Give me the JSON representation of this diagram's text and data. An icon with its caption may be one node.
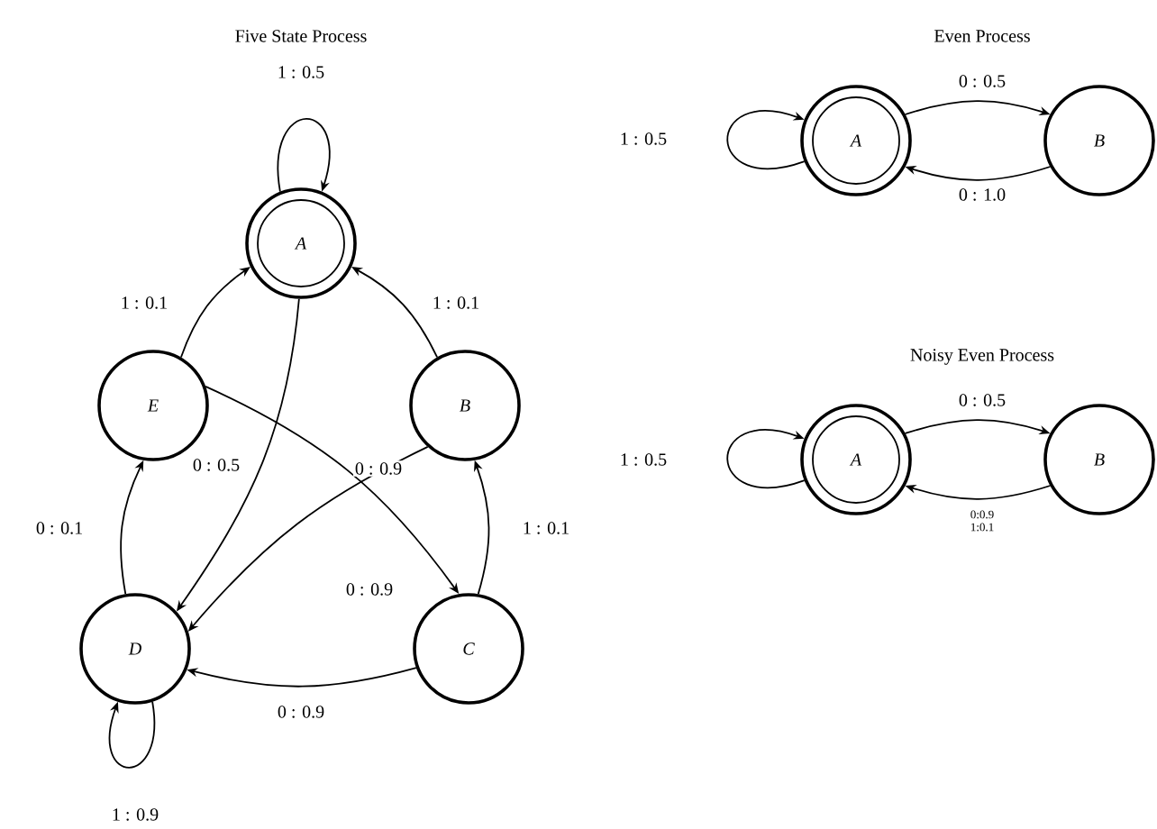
{
  "diagram": {
    "nodes": [
      {
        "text": [
          "A"
        ]
      },
      {
        "text": [
          "E"
        ]
      },
      {
        "text": [
          "B"
        ]
      },
      {
        "text": [
          "D"
        ]
      },
      {
        "text": [
          "C"
        ]
      },
      {
        "text": [
          "A"
        ]
      },
      {
        "text": [
          "B"
        ]
      },
      {
        "text": [
          "A"
        ]
      },
      {
        "text": [
          "B"
        ]
      }
    ],
    "edges": [
      {
        "from": 0,
        "to": 0,
        "arrow": "to",
        "label": "1 : 0.5"
      },
      {
        "from": 0,
        "to": 3,
        "arrow": "to",
        "label": "0 : 0.5"
      },
      {
        "from": 1,
        "to": 0,
        "arrow": "to",
        "label": "1 : 0.1"
      },
      {
        "from": 2,
        "to": 0,
        "arrow": "to",
        "label": "1 : 0.1"
      },
      {
        "from": 1,
        "to": 4,
        "arrow": "to",
        "label": "0 : 0.9"
      },
      {
        "from": 2,
        "to": 3,
        "arrow": "to",
        "label": "0 : 0.9"
      },
      {
        "from": 3,
        "to": 1,
        "arrow": "to",
        "label": "0 : 0.1"
      },
      {
        "from": 4,
        "to": 2,
        "arrow": "to",
        "label": "1 : 0.1"
      },
      {
        "from": 4,
        "to": 3,
        "arrow": "to",
        "label": "0 : 0.9"
      },
      {
        "from": 3,
        "to": 3,
        "arrow": "to",
        "label": "1 : 0.9"
      },
      {
        "from": 5,
        "to": 5,
        "arrow": "to",
        "label": "1 : 0.5"
      },
      {
        "from": 5,
        "to": 6,
        "arrow": "to",
        "label": "0 : 0.5"
      },
      {
        "from": 6,
        "to": 5,
        "arrow": "to",
        "label": "0 : 1.0"
      },
      {
        "from": 7,
        "to": 7,
        "arrow": "to",
        "label": "1 : 0.5"
      },
      {
        "from": 7,
        "to": 8,
        "arrow": "to",
        "label": "0 : 0.5"
      },
      {
        "from": 8,
        "to": 7,
        "arrow": "to",
        "label": "0:0.9 1:0.1"
      }
    ],
    "labels": [
      "Five State Process",
      "Even Process",
      "Noisy Even Process"
    ]
  }
}
